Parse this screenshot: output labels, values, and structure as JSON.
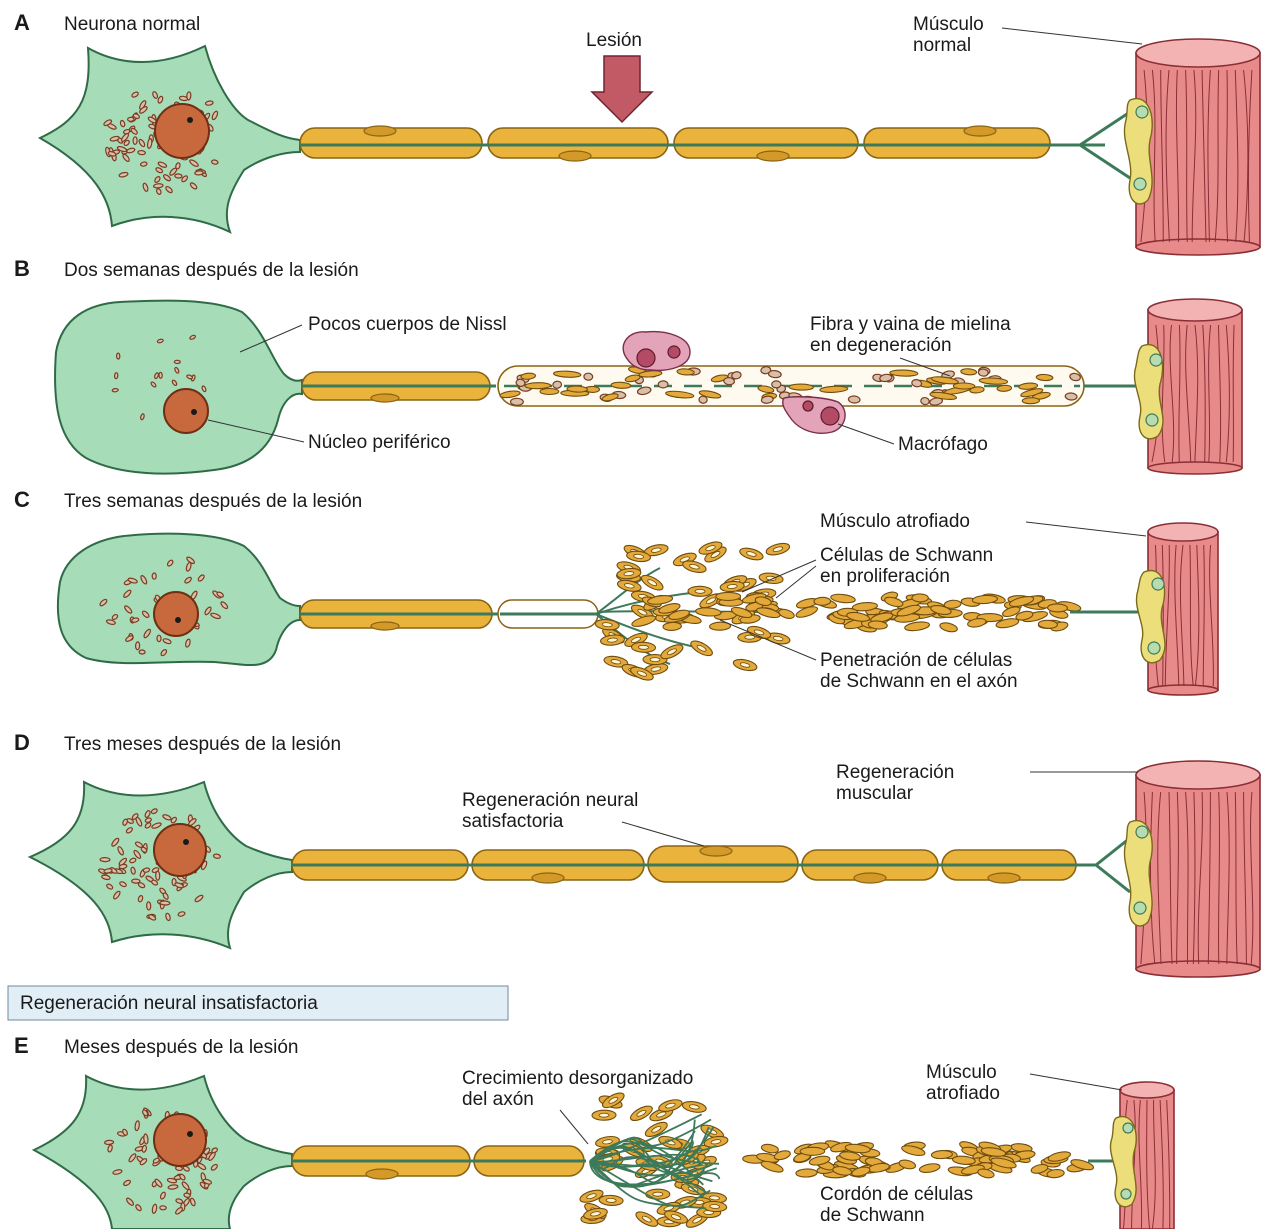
{
  "panels": {
    "A": {
      "letter": "A",
      "title": "Neurona normal",
      "lesion": "Lesión",
      "muscle_line1": "Músculo",
      "muscle_line2": "normal"
    },
    "B": {
      "letter": "B",
      "title": "Dos semanas después de la lesión",
      "nissl": "Pocos cuerpos de Nissl",
      "fiber_line1": "Fibra y vaina de mielina",
      "fiber_line2": "en degeneración",
      "nucleus": "Núcleo periférico",
      "macrophage": "Macrófago"
    },
    "C": {
      "letter": "C",
      "title": "Tres semanas después de la lesión",
      "muscle": "Músculo atrofiado",
      "schwann_line1": "Células de Schwann",
      "schwann_line2": "en proliferación",
      "penetration_line1": "Penetración de células",
      "penetration_line2": "de Schwann en el axón"
    },
    "D": {
      "letter": "D",
      "title": "Tres meses después de la lesión",
      "muscle_line1": "Regeneración",
      "muscle_line2": "muscular",
      "neural_line1": "Regeneración neural",
      "neural_line2": "satisfactoria"
    },
    "E": {
      "boxed_title": "Regeneración neural insatisfactoria",
      "letter": "E",
      "title": "Meses después de la lesión",
      "growth_line1": "Crecimiento desorganizado",
      "growth_line2": "del axón",
      "muscle_line1": "Músculo",
      "muscle_line2": "atrofiado",
      "cord_line1": "Cordón de células",
      "cord_line2": "de Schwann"
    }
  },
  "colors": {
    "neuron": "#a6dcb8",
    "myelin": "#e9b33c",
    "muscle": "#e98a8a",
    "lesion_arrow": "#c25a66",
    "macrophage": "#e3a3b8"
  }
}
